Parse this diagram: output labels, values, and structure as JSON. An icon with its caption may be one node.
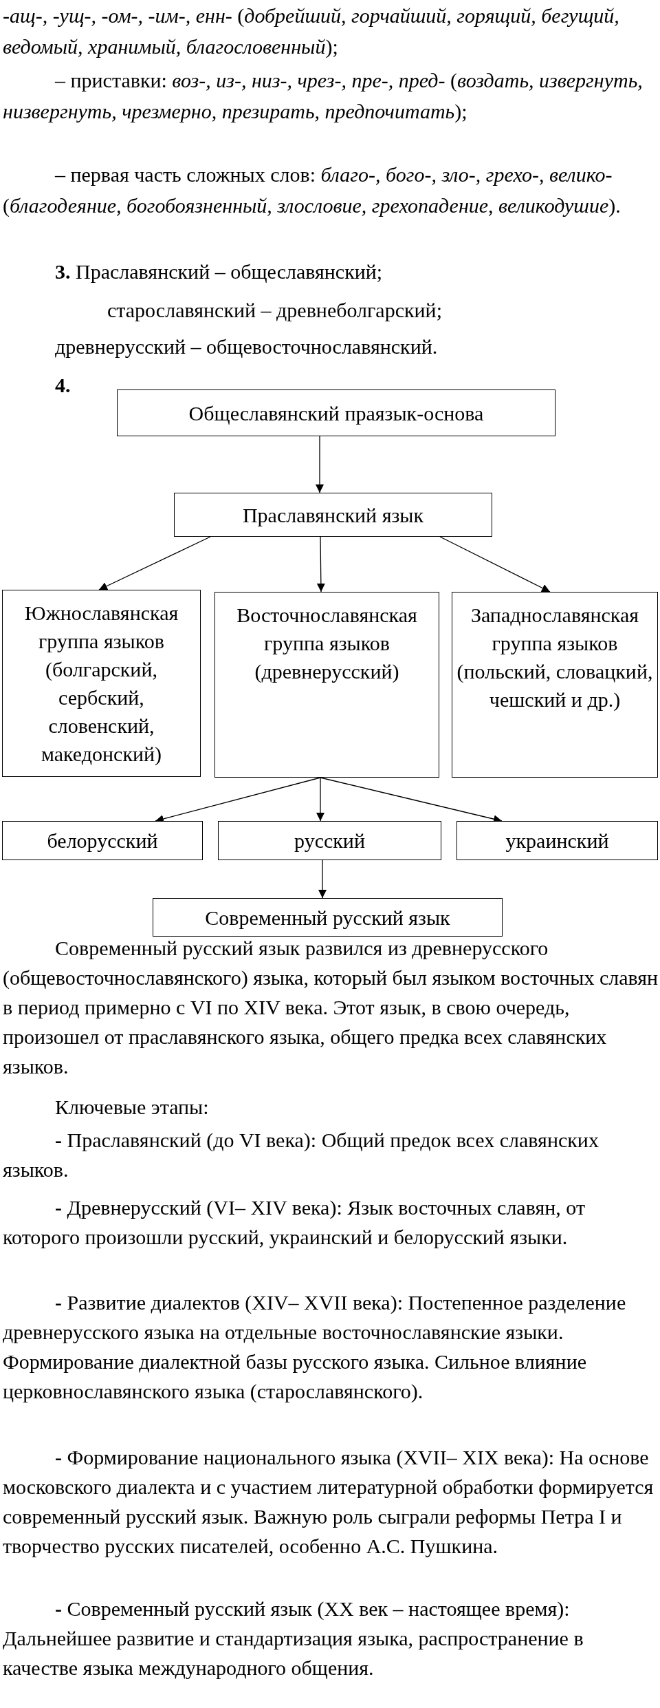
{
  "diagram": {
    "nodes": [
      {
        "text": [
          "Общеславянский праязык-основа"
        ]
      },
      {
        "text": [
          "Праславянский язык"
        ]
      },
      {
        "text": [
          "Южнославянская группа языков (болгарский, сербский, словенский, македонский)"
        ]
      },
      {
        "text": [
          "Восточнославянская группа языков (древнерусский)"
        ]
      },
      {
        "text": [
          "Западнославянская группа языков (польский, словацкий, чешский и др.)"
        ]
      },
      {
        "text": [
          "белорусский"
        ]
      },
      {
        "text": [
          "русский"
        ]
      },
      {
        "text": [
          "украинский"
        ]
      },
      {
        "text": [
          "Современный русский язык"
        ]
      }
    ],
    "edges": [
      {
        "from": 0,
        "to": 1,
        "arrow": "to"
      },
      {
        "from": 1,
        "to": 2,
        "arrow": "to"
      },
      {
        "from": 1,
        "to": 3,
        "arrow": "to"
      },
      {
        "from": 1,
        "to": 4,
        "arrow": "to"
      },
      {
        "from": 3,
        "to": 5,
        "arrow": "to"
      },
      {
        "from": 3,
        "to": 6,
        "arrow": "to"
      },
      {
        "from": 3,
        "to": 7,
        "arrow": "to"
      },
      {
        "from": 6,
        "to": 8,
        "arrow": "to"
      }
    ],
    "labels": [
      "*-ащ-, -ущ-, -ом-, -им-, енн-* (*добрейший, горчайший, горящий, бегущий, ведомый, хранимый, благословенный*);",
      "– приставки: *воз-, из-, низ-, чрез-, пре-, пред-* (*воздать, извергнуть, низвергнуть, чрезмерно, презирать, предпочитать*);",
      "– первая часть сложных слов: *благо-, бого-, зло-, грехо-, велико-* (*благодеяние, богобоязненный, злословие, грехопадение, великодушие*).",
      "**3.** Праславянский – общеславянский;",
      "старославянский – древнеболгарский;",
      "древнерусский – общевосточнославянский.",
      "4.",
      "Современный русский язык развился из древнерусского (общевосточнославянского) языка, который был языком восточных славян в период примерно с VI по XIV века. Этот язык, в свою очередь, произошел от праславянского языка, общего предка всех славянских языков.",
      "Ключевые этапы:",
      "**-** Праславянский (до VI века): Общий предок всех славянских языков.",
      "**-** Древнерусский (VI– XIV века): Язык восточных славян, от которого произошли русский, украинский и белорусский языки.",
      "**-** Развитие диалектов (XIV– XVII века): Постепенное разделение древнерусского языка на отдельные восточнославянские языки. Формирование диалектной базы русского языка. Сильное влияние церковнославянского языка (старославянского).",
      "**-** Формирование национального языка (XVII– XIX века): На основе московского диалекта и с участием литературной обработки формируется современный русский язык. Важную роль сыграли реформы Петра I и творчество русских писателей, особенно А.С. Пушкина.",
      "**-** Современный русский язык (XX век – настоящее время): Дальнейшее развитие и стандартизация языка, распространение в качестве языка международного общения."
    ]
  }
}
